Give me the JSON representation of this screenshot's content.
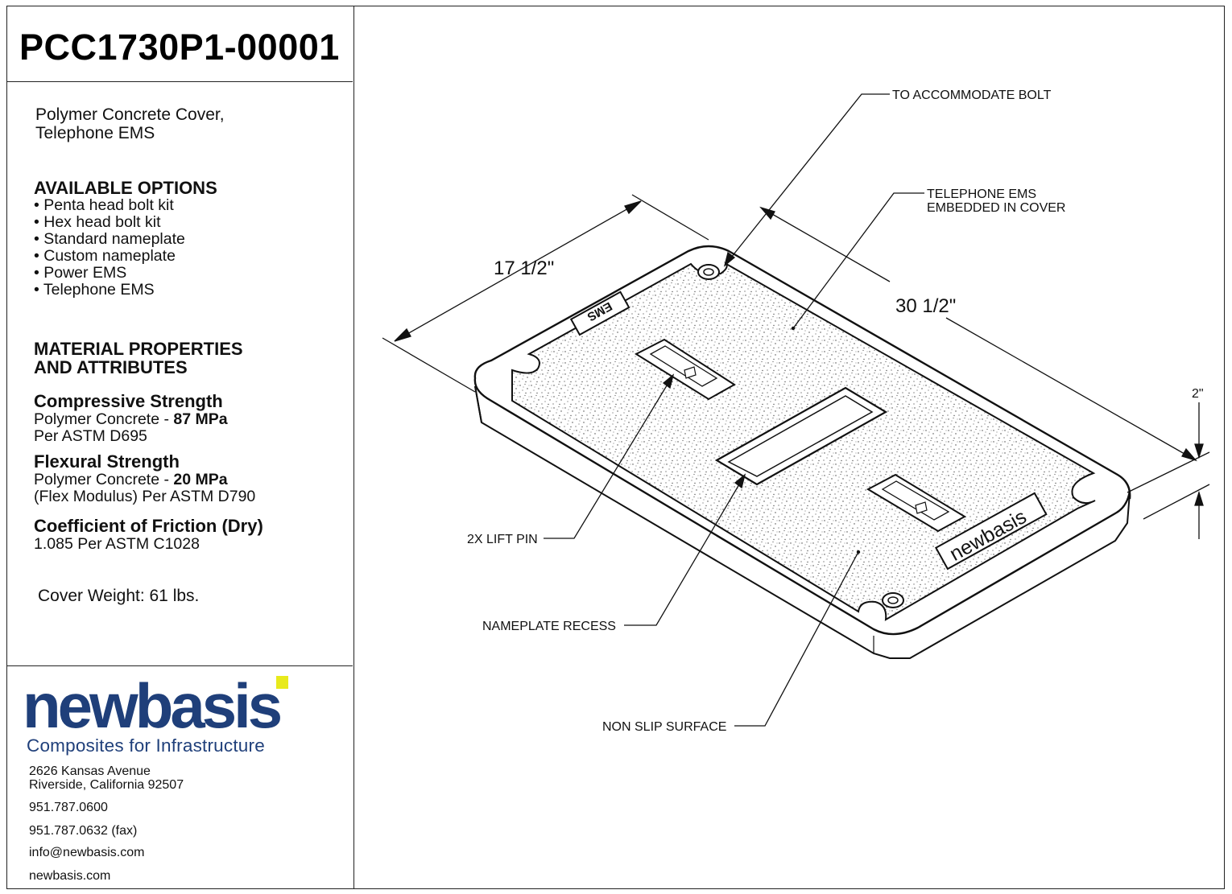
{
  "part_number": "PCC1730P1-00001",
  "description": [
    "Polymer Concrete Cover,",
    "Telephone EMS"
  ],
  "options_heading": "AVAILABLE OPTIONS",
  "options": [
    "Penta head bolt kit",
    "Hex head bolt kit",
    "Standard nameplate",
    "Custom nameplate",
    "Power EMS",
    "Telephone EMS"
  ],
  "material_heading": [
    "MATERIAL PROPERTIES",
    "AND ATTRIBUTES"
  ],
  "properties": [
    {
      "title": "Compressive Strength",
      "line1_prefix": "Polymer Concrete - ",
      "line1_value": "87 MPa",
      "line2": "Per ASTM D695"
    },
    {
      "title": "Flexural Strength",
      "line1_prefix": "Polymer Concrete - ",
      "line1_value": "20 MPa",
      "line2": "(Flex Modulus) Per ASTM D790"
    },
    {
      "title": "Coefficient of Friction (Dry)",
      "line1_prefix": "1.085 Per ASTM C1028",
      "line1_value": "",
      "line2": ""
    }
  ],
  "cover_weight": "Cover Weight:  61 lbs.",
  "logo": {
    "word": "newbasis",
    "tagline": "Composites for Infrastructure",
    "accent_color": "#e8ea1c",
    "brand_color": "#1f3f7a"
  },
  "contact": {
    "address1": "2626 Kansas Avenue",
    "address2": "Riverside, California  92507",
    "phone": "951.787.0600",
    "fax": "951.787.0632 (fax)",
    "email": "info@newbasis.com",
    "web": "newbasis.com"
  },
  "drawing": {
    "dim_width": "17 1/2\"",
    "dim_length": "30 1/2\"",
    "dim_depth": "2\"",
    "callouts": {
      "bolt": "TO ACCOMMODATE BOLT",
      "ems1": "TELEPHONE EMS",
      "ems2": "EMBEDDED IN COVER",
      "lift": "2X LIFT PIN",
      "nameplate": "NAMEPLATE RECESS",
      "surface": "NON SLIP SURFACE"
    },
    "stamp_text": "newbasis",
    "ems_stamp": "EMS"
  }
}
